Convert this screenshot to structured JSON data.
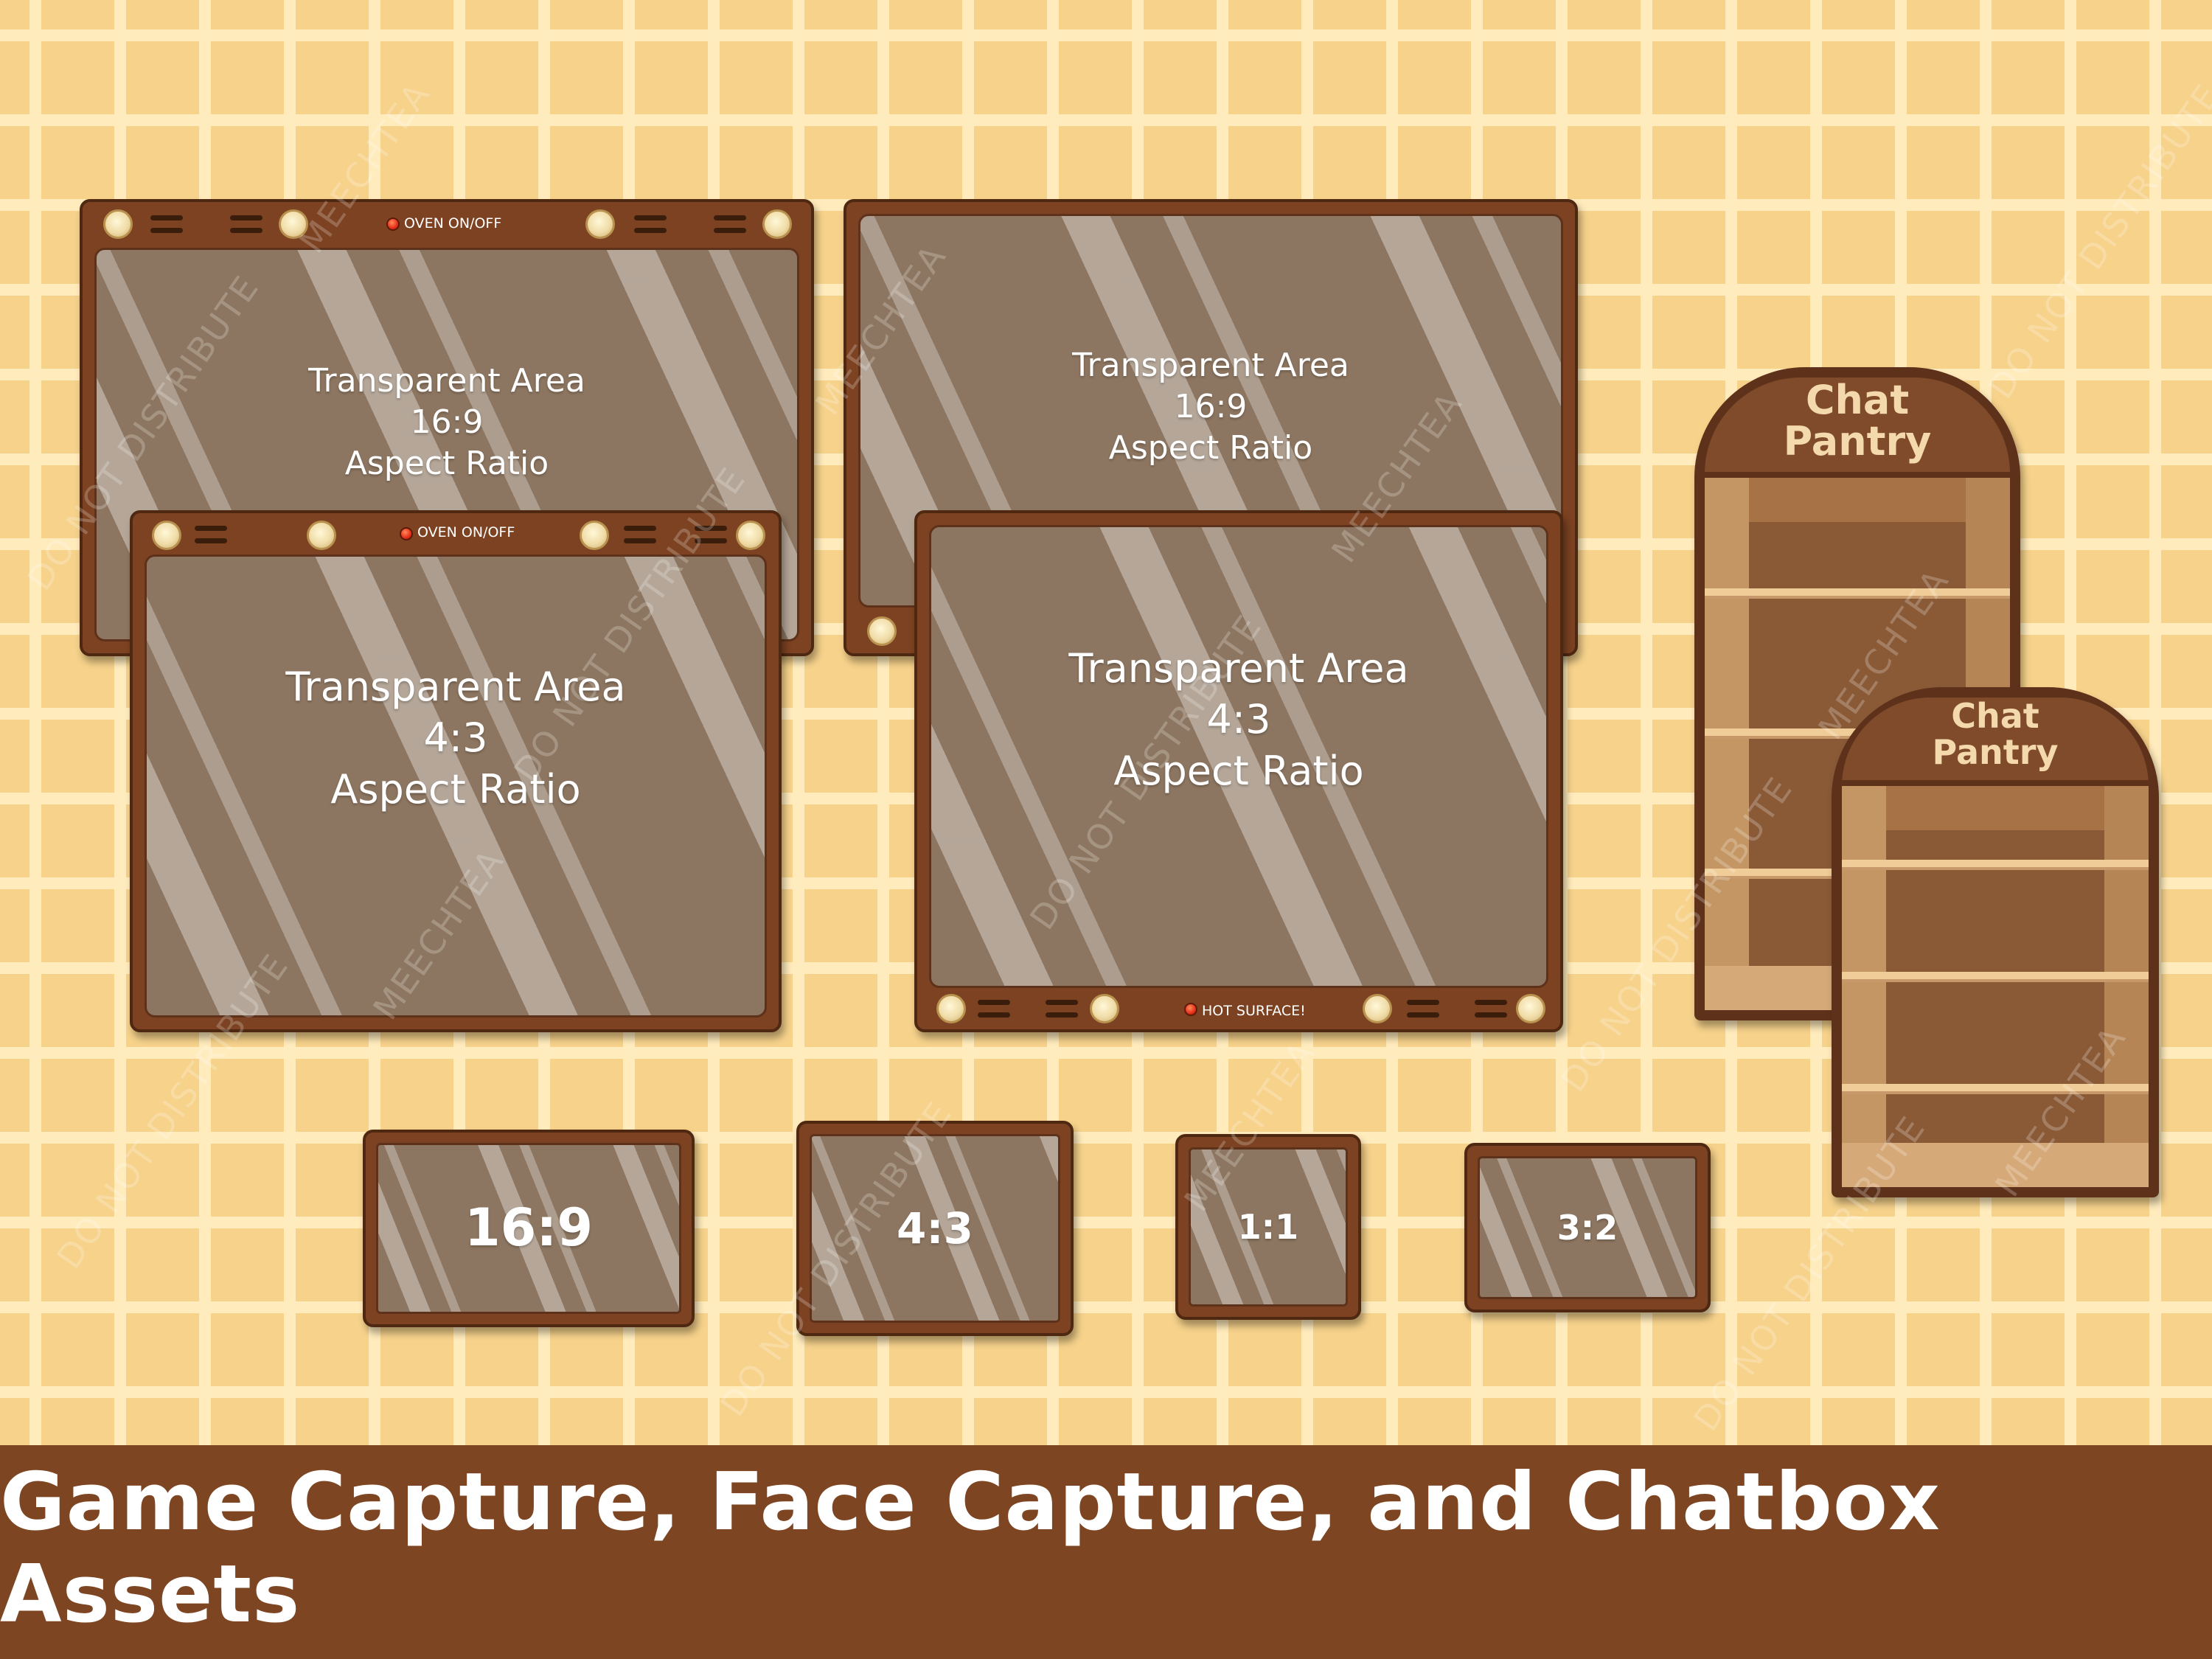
{
  "frames": {
    "large_169_a": {
      "lines": [
        "Transparent Area",
        "16:9",
        "Aspect Ratio"
      ],
      "strip_label": "OVEN ON/OFF"
    },
    "large_169_b": {
      "lines": [
        "Transparent Area",
        "16:9",
        "Aspect Ratio"
      ]
    },
    "large_43_a": {
      "lines": [
        "Transparent Area",
        "4:3",
        "Aspect Ratio"
      ],
      "strip_label": "OVEN ON/OFF"
    },
    "large_43_b": {
      "lines": [
        "Transparent Area",
        "4:3",
        "Aspect Ratio"
      ],
      "strip_label": "HOT SURFACE!"
    },
    "small": [
      {
        "label": "16:9"
      },
      {
        "label": "4:3"
      },
      {
        "label": "1:1"
      },
      {
        "label": "3:2"
      }
    ]
  },
  "pantries": [
    {
      "line1": "Chat",
      "line2": "Pantry"
    },
    {
      "line1": "Chat",
      "line2": "Pantry"
    }
  ],
  "watermark": {
    "a": "DO NOT DISTRIBUTE",
    "b": "MEECHTEA"
  },
  "banner": {
    "title": "Game Capture, Face Capture, and Chatbox Assets"
  },
  "colors": {
    "background": "#f6d28b",
    "grid": "#ffecbe",
    "frame": "#7c4221",
    "glass": "#8d7661",
    "banner": "#7d4521"
  }
}
